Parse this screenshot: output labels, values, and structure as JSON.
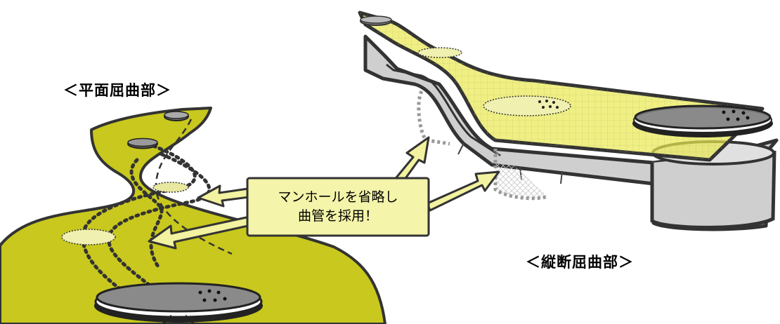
{
  "headings": {
    "plan_bend": "＜平面屈曲部＞",
    "profile_bend": "＜縦断屈曲部＞"
  },
  "callout": {
    "line1": "マンホールを省略し",
    "line2": "曲管を採用！"
  },
  "colors": {
    "road_fill": "#c8c81e",
    "road_fill_translucent": "#e8e850",
    "outline": "#333333",
    "callout_fill": "#f4f4aa",
    "arrow_fill": "#f2f2a0",
    "concrete": "#cfcfcf",
    "manhole_dark": "#777777",
    "manhole_light": "#f0f0b0"
  }
}
